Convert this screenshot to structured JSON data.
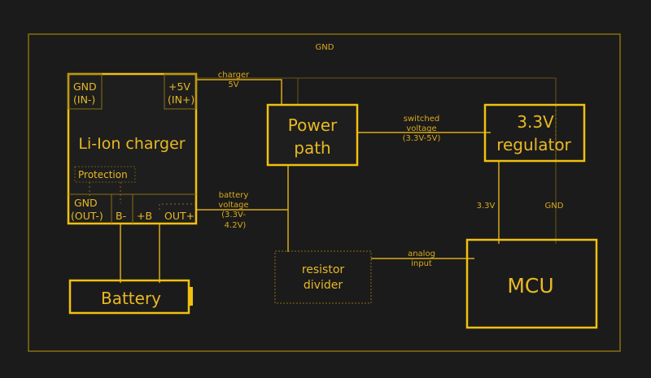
{
  "colors": {
    "background": "#1b1b1b",
    "accent": "#f2c010",
    "frame": "#8a6f10",
    "gnd_wire": "#5a4a18"
  },
  "diagram": {
    "blocks": {
      "charger": {
        "title": "Li-Ion charger",
        "pin_gnd_in_1": "GND",
        "pin_gnd_in_2": "(IN-)",
        "pin_5v_in_1": "+5V",
        "pin_5v_in_2": "(IN+)",
        "protection": "Protection",
        "pin_gnd_out_1": "GND",
        "pin_gnd_out_2": "(OUT-)",
        "pin_b_minus": "B-",
        "pin_b_plus": "+B",
        "pin_out_plus": "OUT+"
      },
      "power_path": {
        "line1": "Power",
        "line2": "path"
      },
      "regulator": {
        "line1": "3.3V",
        "line2": "regulator"
      },
      "resistor_divider": {
        "line1": "resistor",
        "line2": "divider"
      },
      "mcu": {
        "label": "MCU"
      },
      "battery": {
        "label": "Battery"
      }
    },
    "wire_labels": {
      "gnd_top": "GND",
      "charger_5v_1": "charger",
      "charger_5v_2": "5V",
      "switched_1": "switched",
      "switched_2": "voltage",
      "switched_3": "(3.3V-5V)",
      "battery_v_1": "battery",
      "battery_v_2": "voltage",
      "battery_v_3": "(3.3V-",
      "battery_v_4": "4.2V)",
      "analog_1": "analog",
      "analog_2": "input",
      "v33": "3.3V",
      "gnd_right": "GND"
    }
  }
}
